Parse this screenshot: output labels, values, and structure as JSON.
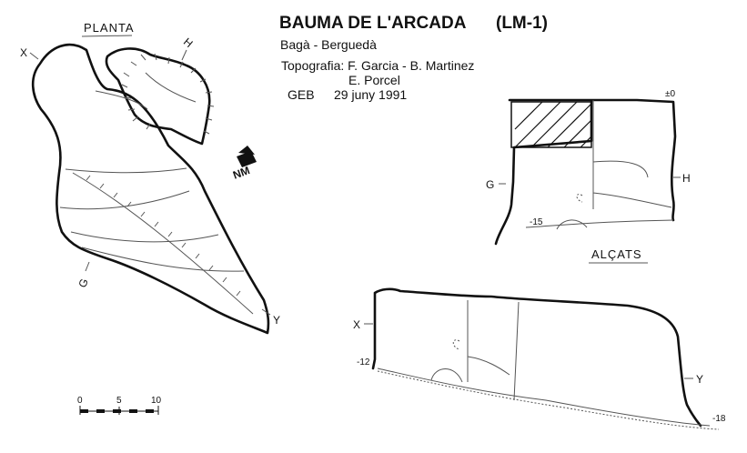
{
  "title": "BAUMA DE L'ARCADA",
  "code": "(LM-1)",
  "location": "Bagà - Berguedà",
  "credits": {
    "line1": "Topografia: F. Garcia - B. Martinez",
    "line2": "E. Porcel",
    "group": "GEB",
    "date": "29 juny 1991"
  },
  "plan": {
    "label": "PLANTA",
    "north_label": "NM",
    "markers": {
      "x": "X",
      "h": "H",
      "g": "G",
      "y": "Y"
    }
  },
  "sections": {
    "label": "ALÇATS",
    "gh": {
      "g": "G",
      "h": "H",
      "depth_top": "±0",
      "depth_bottom": "-15"
    },
    "xy": {
      "x": "X",
      "y": "Y",
      "depth_left": "-12",
      "depth_right": "-18"
    }
  },
  "scale": {
    "ticks": [
      "0",
      "5",
      "10"
    ]
  },
  "colors": {
    "ink": "#111111",
    "paper": "#ffffff"
  }
}
